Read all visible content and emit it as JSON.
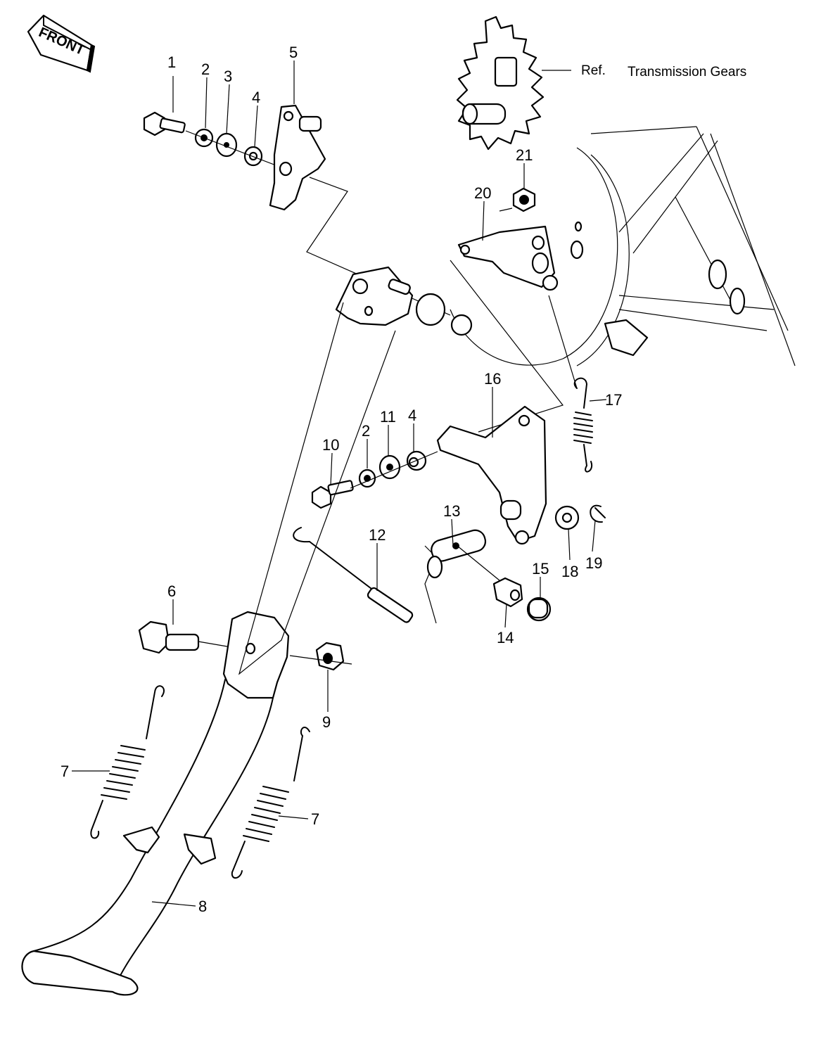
{
  "front_badge": {
    "label": "FRONT"
  },
  "reference_note": {
    "prefix": "Ref.",
    "text": "Transmission Gears"
  },
  "callouts": [
    {
      "id": "c1",
      "label": "1"
    },
    {
      "id": "c2a",
      "label": "2"
    },
    {
      "id": "c3",
      "label": "3"
    },
    {
      "id": "c4a",
      "label": "4"
    },
    {
      "id": "c5",
      "label": "5"
    },
    {
      "id": "c21",
      "label": "21"
    },
    {
      "id": "c20",
      "label": "20"
    },
    {
      "id": "c16",
      "label": "16"
    },
    {
      "id": "c17",
      "label": "17"
    },
    {
      "id": "c10",
      "label": "10"
    },
    {
      "id": "c2b",
      "label": "2"
    },
    {
      "id": "c11",
      "label": "11"
    },
    {
      "id": "c4b",
      "label": "4"
    },
    {
      "id": "c13",
      "label": "13"
    },
    {
      "id": "c12",
      "label": "12"
    },
    {
      "id": "c18",
      "label": "18"
    },
    {
      "id": "c19",
      "label": "19"
    },
    {
      "id": "c15",
      "label": "15"
    },
    {
      "id": "c14",
      "label": "14"
    },
    {
      "id": "c6",
      "label": "6"
    },
    {
      "id": "c9",
      "label": "9"
    },
    {
      "id": "c7a",
      "label": "7"
    },
    {
      "id": "c7b",
      "label": "7"
    },
    {
      "id": "c8",
      "label": "8"
    }
  ]
}
